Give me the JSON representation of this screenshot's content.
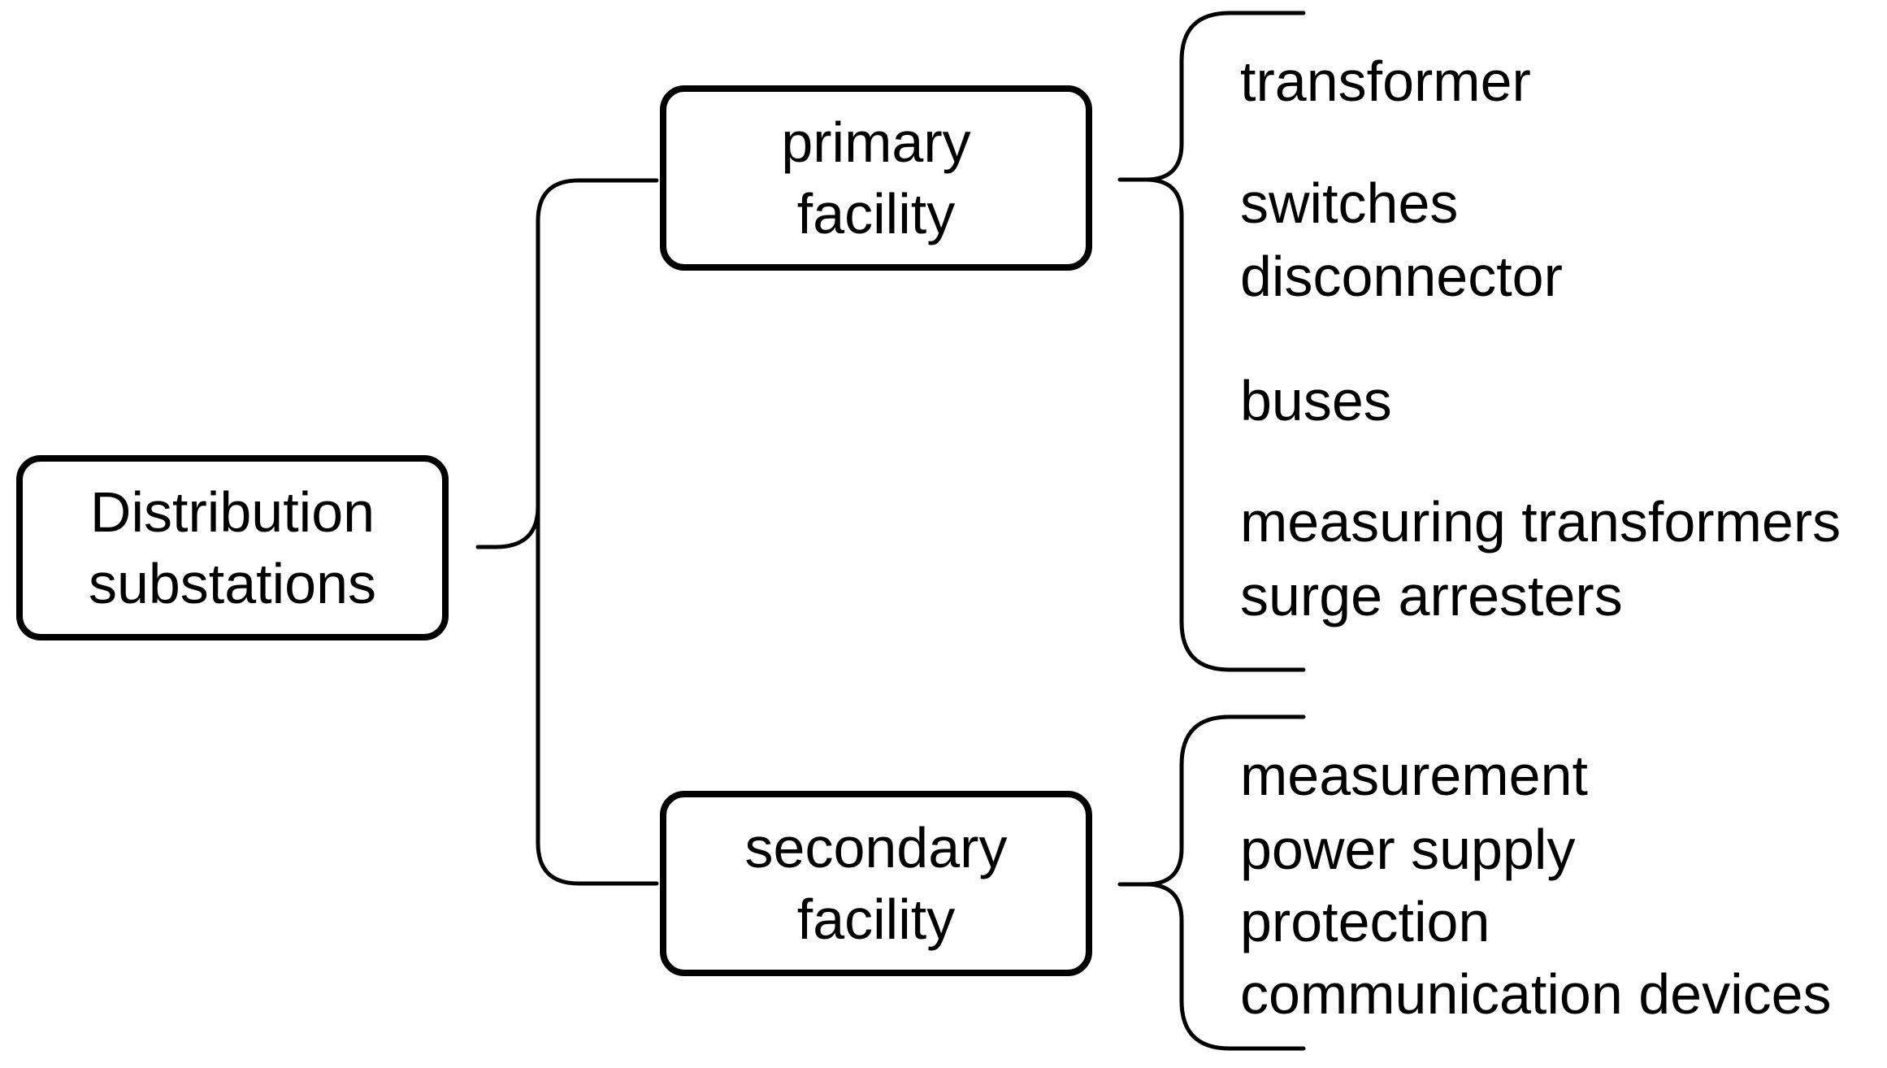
{
  "root": {
    "line1": "Distribution",
    "line2": "substations"
  },
  "primary": {
    "line1": "primary",
    "line2": "facility",
    "items": [
      "transformer",
      "switches",
      "disconnector",
      "buses",
      "measuring transformers",
      "surge arresters"
    ]
  },
  "secondary": {
    "line1": "secondary",
    "line2": "facility",
    "items": [
      "measurement",
      "power supply",
      "protection",
      "communication devices"
    ]
  }
}
